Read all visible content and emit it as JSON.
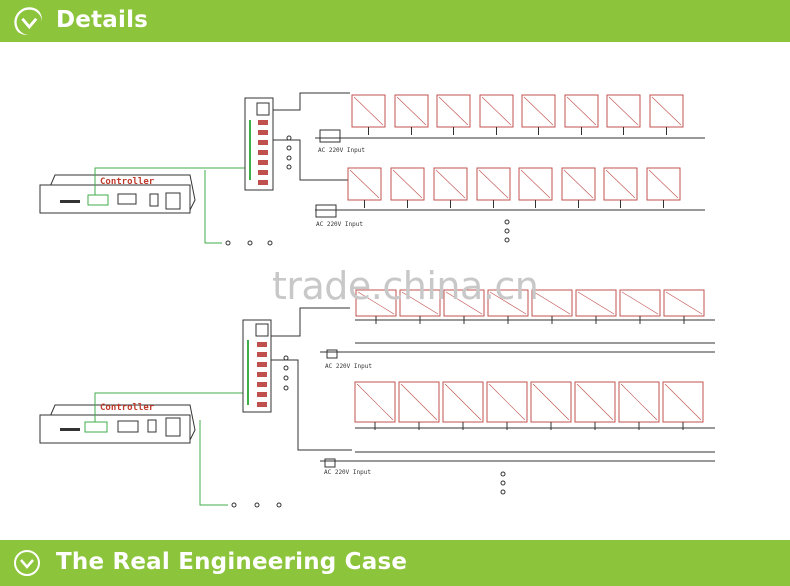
{
  "header": {
    "title": "Details",
    "icon": "chevron-circle-icon"
  },
  "footer": {
    "title": "The Real Engineering Case",
    "icon": "chevron-circle-icon"
  },
  "watermark": "trade.china.cn",
  "diagram_top": {
    "controller_label": "Controller",
    "input_label_a": "AC 220V Input",
    "input_label_b": "AC 220V Input"
  },
  "diagram_bottom": {
    "controller_label": "Controller",
    "input_label_a": "AC 220V Input",
    "input_label_b": "AC 220V Input"
  },
  "colors": {
    "banner": "#8cc43c",
    "wire_green": "#3fae49",
    "panel_red": "#c0504d",
    "line": "#222222",
    "label_red": "#c0392b"
  }
}
